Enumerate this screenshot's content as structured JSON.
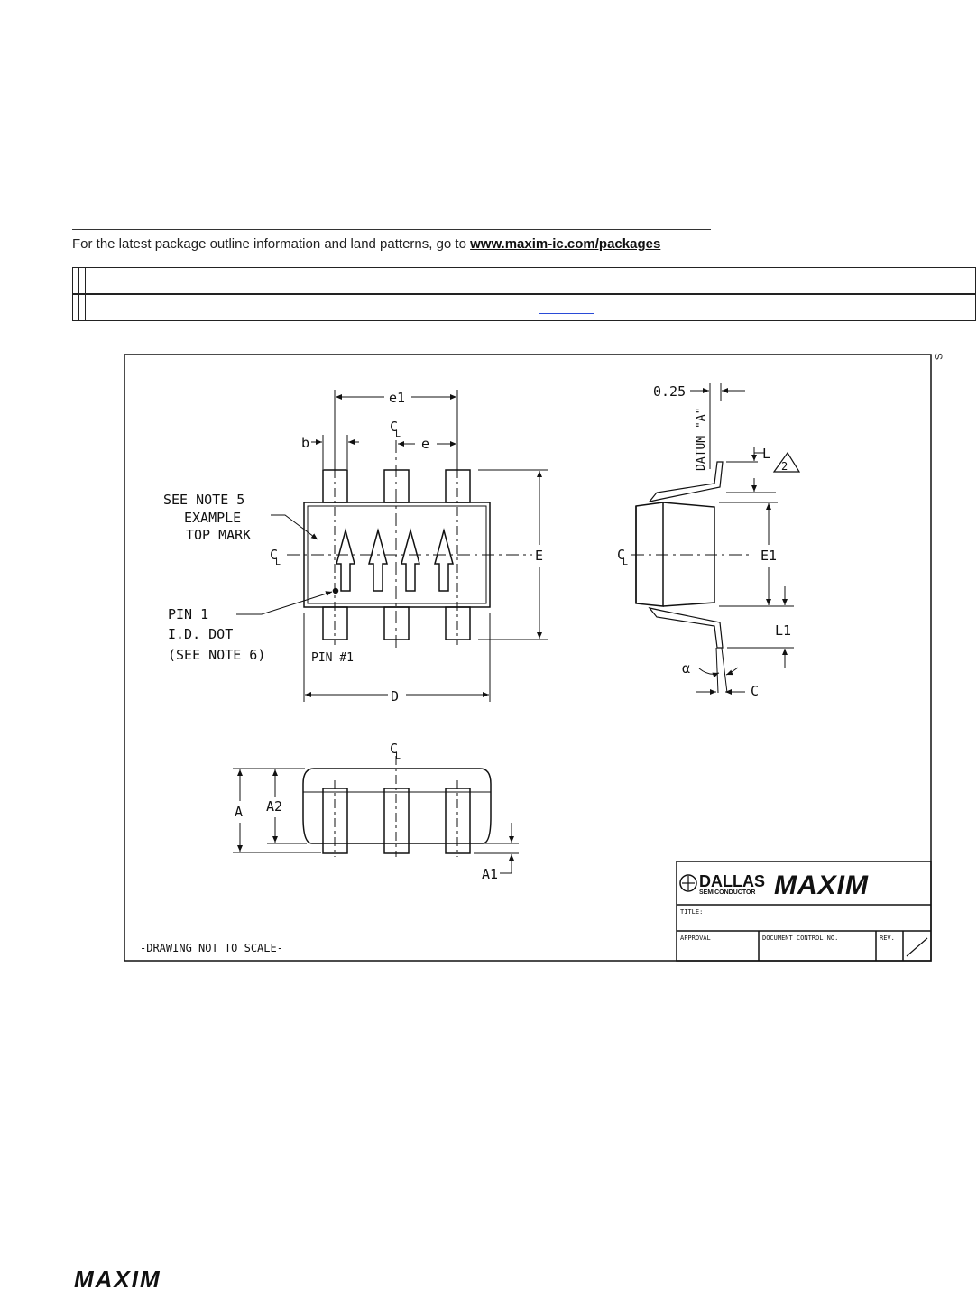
{
  "header": {
    "intro_text": "For the latest package outline information and land patterns, go to ",
    "intro_link": "www.maxim-ic.com/packages"
  },
  "side_mark": "S",
  "drawing": {
    "top_view": {
      "e1": "e1",
      "e": "e",
      "b": "b",
      "D": "D",
      "E": "E",
      "note5": [
        "SEE NOTE 5",
        "EXAMPLE",
        "TOP MARK"
      ],
      "pin1": [
        "PIN 1",
        "I.D. DOT",
        "(SEE NOTE 6)"
      ],
      "pin_num": "PIN #1"
    },
    "side_view": {
      "dim_025": "0.25",
      "datum": "DATUM \"A\"",
      "L": "L",
      "note2": "2",
      "E1": "E1",
      "L1": "L1",
      "alpha": "α",
      "C": "C"
    },
    "end_view": {
      "A": "A",
      "A2": "A2",
      "A1": "A1"
    },
    "not_to_scale": "-DRAWING NOT TO SCALE-"
  },
  "title_block": {
    "company": "DALLAS",
    "company_sub": "SEMICONDUCTOR",
    "brand": "MAXIM",
    "title_label": "TITLE:",
    "approval_label": "APPROVAL",
    "doc_control_label": "DOCUMENT CONTROL NO.",
    "rev_label": "REV."
  },
  "footer": {
    "brand": "MAXIM"
  }
}
